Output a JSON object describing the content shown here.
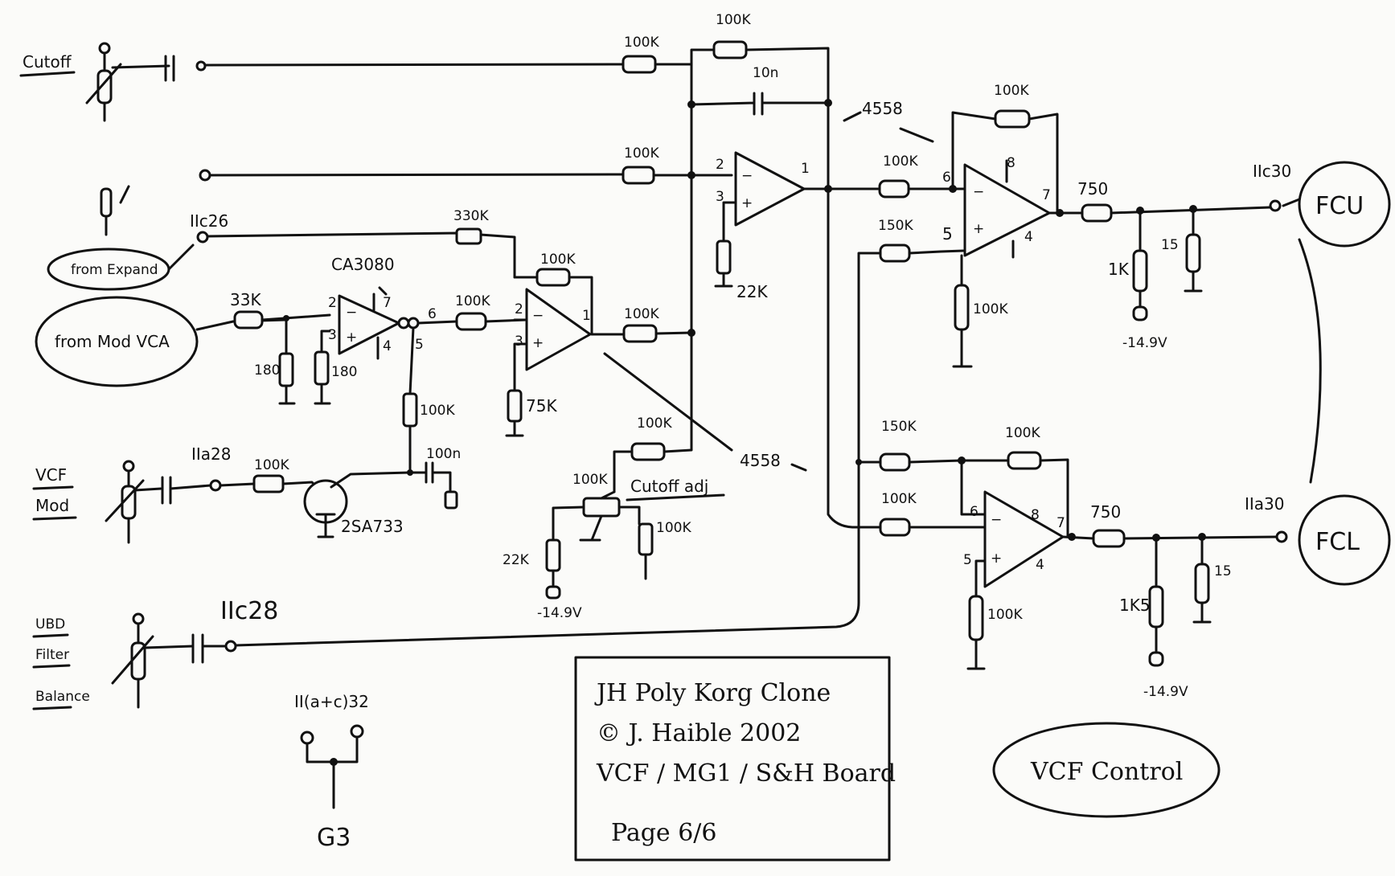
{
  "inputs": {
    "cutoff": "Cutoff",
    "vcf_mod": [
      "VCF",
      "Mod"
    ],
    "ubd_filter": [
      "UBD",
      "Filter",
      "Balance"
    ],
    "from_expand": "from Expand",
    "from_mod_vca": "from Mod VCA"
  },
  "connectors": {
    "iic26": "IIc26",
    "iia28": "IIa28",
    "iic28": "IIc28",
    "iic30": "IIc30",
    "iia30": "IIa30",
    "iiac32": "II(a+c)32",
    "g3": "G3"
  },
  "outputs": {
    "fcu": "FCU",
    "fcl": "FCL"
  },
  "ics": {
    "ca3080": "CA3080",
    "u4558_top": "4558",
    "u4558_mid": "4558",
    "transistor": "2SA733"
  },
  "components": {
    "r_cutoff_in": "100K",
    "r_fb1": "100K",
    "c_fb1": "10n",
    "r_in2": "100K",
    "r_expand": "330K",
    "r_fb2": "100K",
    "r_mod33": "33K",
    "r_180a": "180",
    "r_180b": "180",
    "r_6": "100K",
    "r_out2": "100K",
    "r_75": "75K",
    "r_22a": "22K",
    "r_100k_ota": "100K",
    "r_vcfmod": "100K",
    "c_100n": "100n",
    "r_cutoff_adj_top": "100K",
    "pot_cutoff": "100K",
    "r_22b": "22K",
    "r_100k_b": "100K",
    "cutoff_adj": "Cutoff adj",
    "r_in_top": "100K",
    "r_150_top": "150K",
    "r_fb_top": "100K",
    "r_gnd_top": "100K",
    "r_750_top": "750",
    "r_1k": "1K",
    "r_15_top": "15",
    "r_150_bot": "150K",
    "r_100_bot": "100K",
    "r_fb_bot": "100K",
    "r_gnd_bot": "100K",
    "r_750_bot": "750",
    "r_1k5": "1K5",
    "r_15_bot": "15",
    "neg_a": "-14.9V",
    "neg_b": "-14.9V",
    "neg_c": "-14.9V"
  },
  "pins": {
    "p1": "1",
    "p2": "2",
    "p3": "3",
    "p4": "4",
    "p5": "5",
    "p6": "6",
    "p7": "7",
    "p8": "8"
  },
  "title_block": {
    "line1": "JH Poly Korg Clone",
    "line2": "© J. Haible 2002",
    "line3": "VCF / MG1 / S&H Board",
    "line4": "Page 6/6"
  },
  "section_label": "VCF Control"
}
